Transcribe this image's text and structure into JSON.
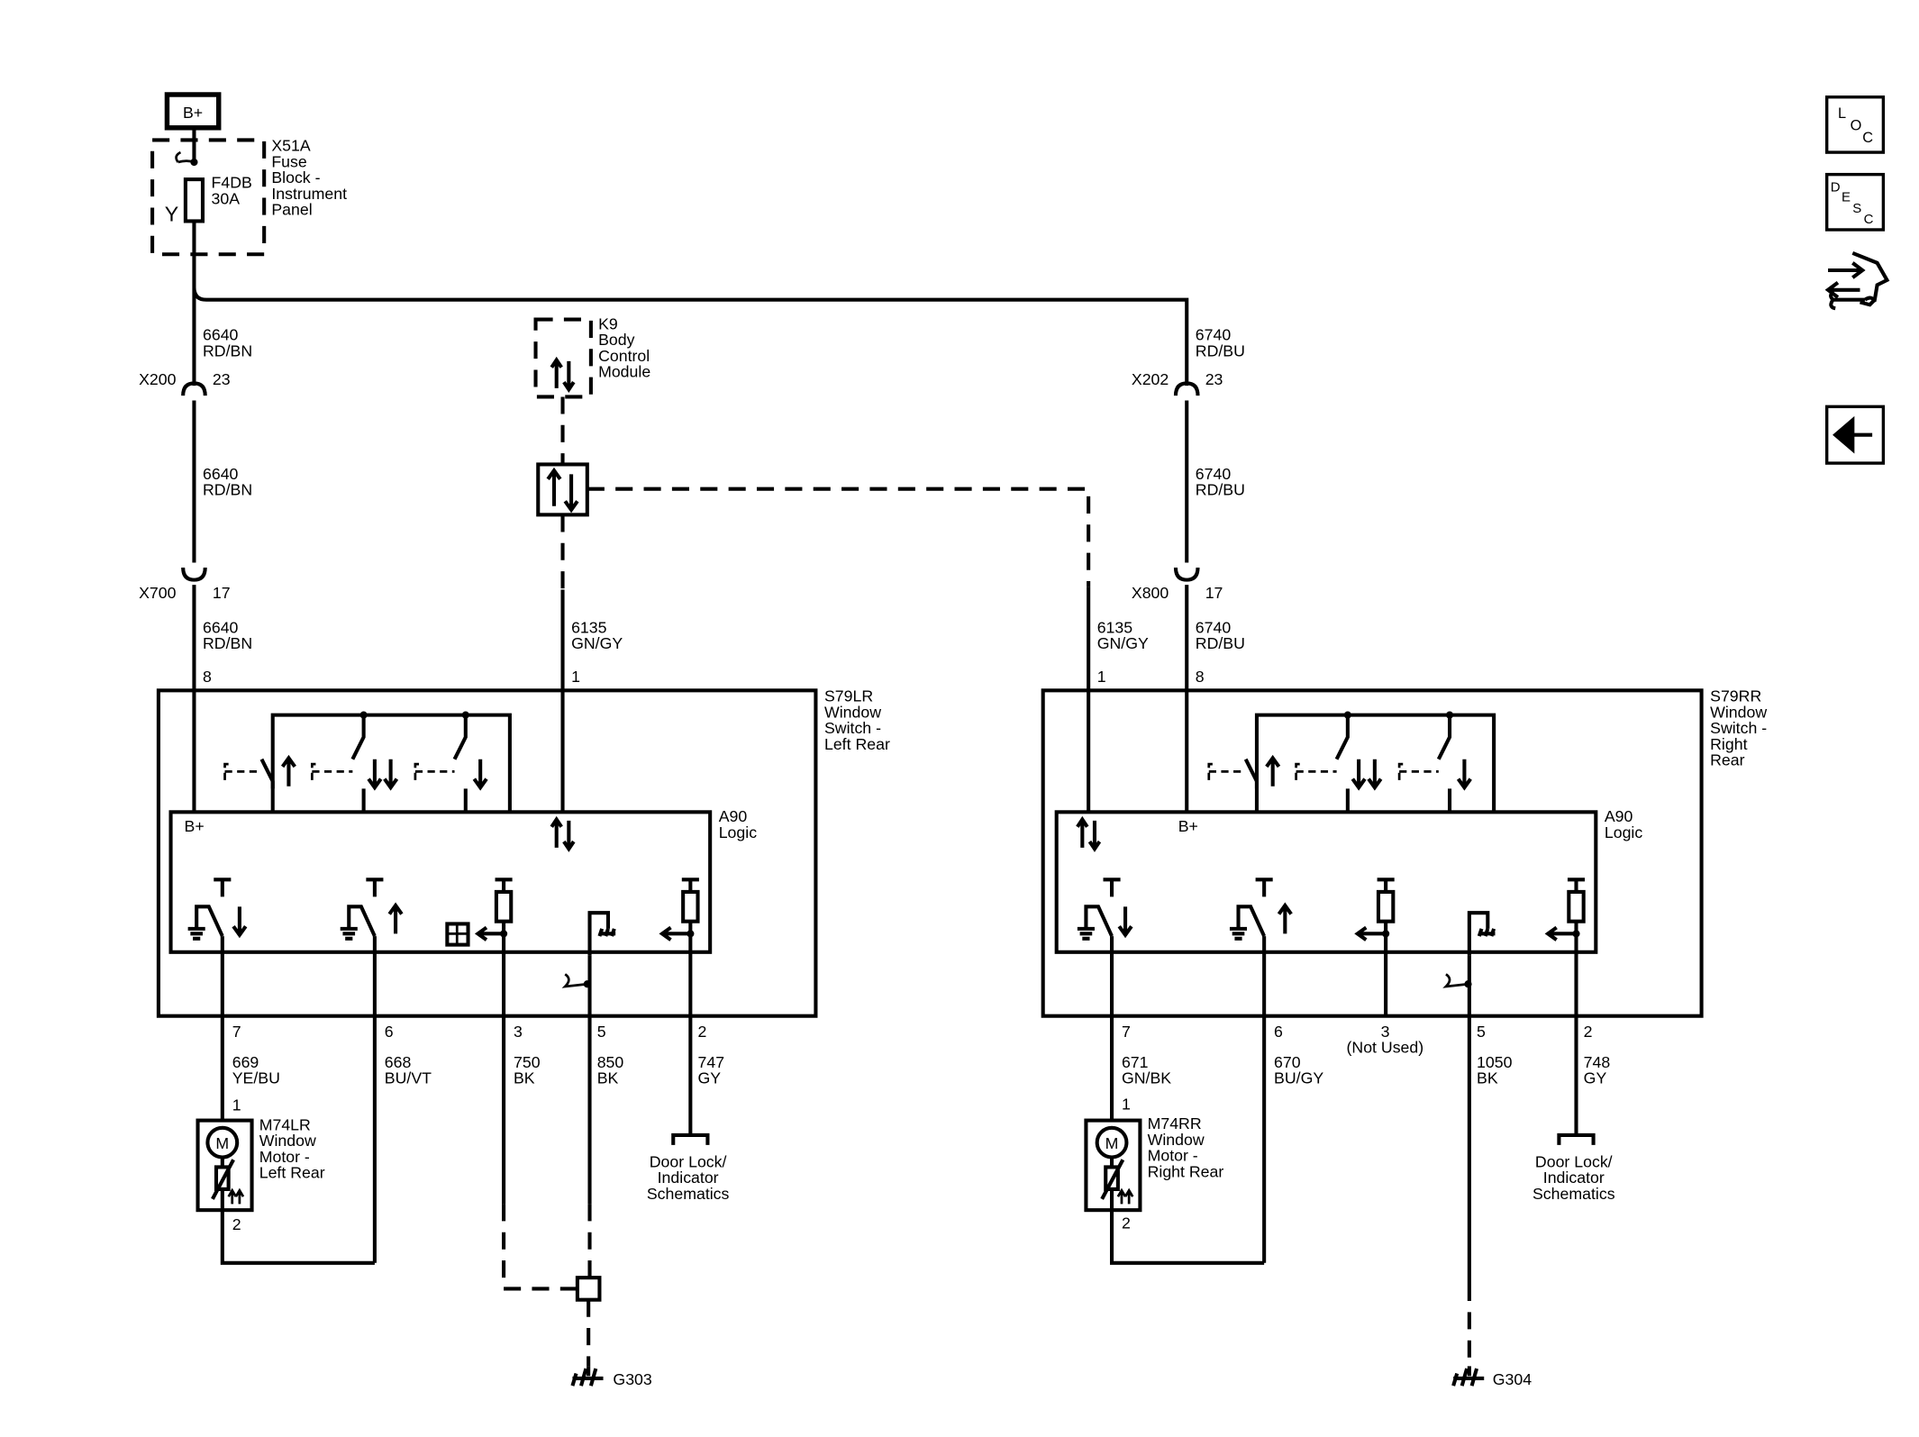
{
  "power": {
    "label": "B+"
  },
  "fuse_block": {
    "lines": [
      "X51A",
      "Fuse",
      "Block -",
      "Instrument",
      "Panel"
    ],
    "fuse": [
      "F4DB",
      "30A"
    ],
    "pin": "Y"
  },
  "bcm": {
    "lines": [
      "K9",
      "Body",
      "Control",
      "Module"
    ]
  },
  "left": {
    "top_wire": [
      "6640",
      "RD/BN"
    ],
    "conn1": {
      "name": "X200",
      "pin": "23"
    },
    "mid_wire": [
      "6640",
      "RD/BN"
    ],
    "conn2": {
      "name": "X700",
      "pin": "17"
    },
    "low_wire": [
      "6640",
      "RD/BN"
    ],
    "bplus_pin": "8",
    "data_wire": [
      "6135",
      "GN/GY"
    ],
    "data_pin": "1",
    "switch": [
      "S79LR",
      "Window",
      "Switch -",
      "Left Rear"
    ],
    "logic": [
      "A90",
      "Logic"
    ],
    "logic_bplus": "B+",
    "pins": [
      "7",
      "6",
      "3",
      "5",
      "2"
    ],
    "wires": [
      [
        "669",
        "YE/BU"
      ],
      [
        "668",
        "BU/VT"
      ],
      [
        "750",
        "BK"
      ],
      [
        "850",
        "BK"
      ],
      [
        "747",
        "GY"
      ]
    ],
    "motor": [
      "M74LR",
      "Window",
      "Motor -",
      "Left Rear"
    ],
    "motor_letter": "M",
    "motor_pins": [
      "1",
      "2"
    ],
    "door_lock": [
      "Door Lock/",
      "Indicator",
      "Schematics"
    ],
    "ground": "G303"
  },
  "right": {
    "top_wire": [
      "6740",
      "RD/BU"
    ],
    "conn1": {
      "name": "X202",
      "pin": "23"
    },
    "mid_wire": [
      "6740",
      "RD/BU"
    ],
    "conn2": {
      "name": "X800",
      "pin": "17"
    },
    "low_wire": [
      "6740",
      "RD/BU"
    ],
    "bplus_pin": "8",
    "data_wire": [
      "6135",
      "GN/GY"
    ],
    "data_pin": "1",
    "switch": [
      "S79RR",
      "Window",
      "Switch -",
      "Right",
      "Rear"
    ],
    "logic": [
      "A90",
      "Logic"
    ],
    "logic_bplus": "B+",
    "pins": [
      "7",
      "6",
      "3",
      "5",
      "2"
    ],
    "not_used": "(Not Used)",
    "wires": [
      [
        "671",
        "GN/BK"
      ],
      [
        "670",
        "BU/GY"
      ],
      [
        "1050",
        "BK"
      ],
      [
        "748",
        "GY"
      ]
    ],
    "motor": [
      "M74RR",
      "Window",
      "Motor -",
      "Right Rear"
    ],
    "motor_letter": "M",
    "motor_pins": [
      "1",
      "2"
    ],
    "door_lock": [
      "Door Lock/",
      "Indicator",
      "Schematics"
    ],
    "ground": "G304"
  },
  "nav": {
    "loc": [
      "L",
      "O",
      "C"
    ],
    "desc": [
      "D",
      "E",
      "S",
      "C"
    ],
    "icons": [
      "location-icon",
      "description-icon",
      "connector-end-view-icon",
      "back-arrow-icon"
    ]
  }
}
